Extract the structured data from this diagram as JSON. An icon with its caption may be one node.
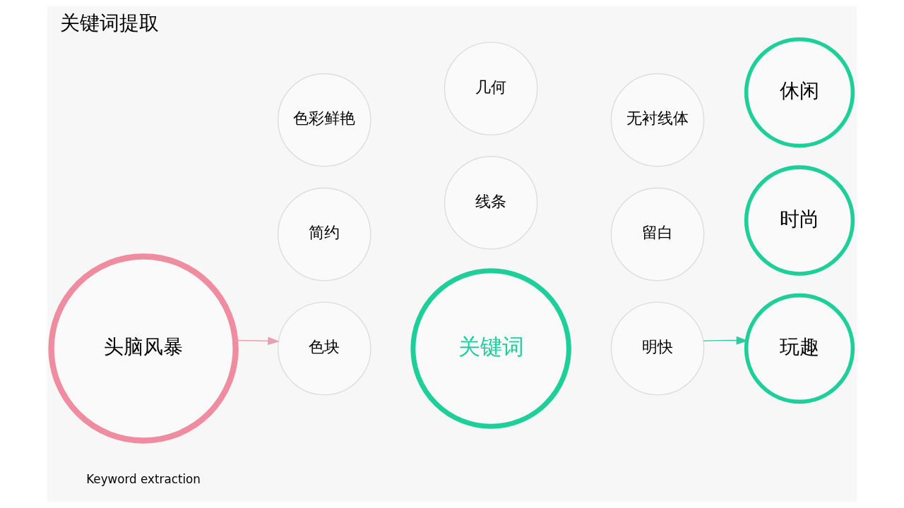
{
  "diagram": {
    "title": "关键词提取",
    "nodes": [
      {
        "text": [
          "头脑风暴"
        ]
      },
      {
        "text": [
          "线条"
        ]
      },
      {
        "text": [
          "简约"
        ]
      },
      {
        "text": [
          "留白"
        ]
      },
      {
        "text": [
          "色块"
        ]
      },
      {
        "text": [
          "关键词"
        ]
      },
      {
        "text": [
          "明快"
        ]
      },
      {
        "text": [
          "色彩鲜艳"
        ]
      },
      {
        "text": [
          "无衬线体"
        ]
      },
      {
        "text": [
          "几何"
        ]
      },
      {
        "text": [
          "时尚"
        ]
      },
      {
        "text": [
          "玩趣"
        ]
      },
      {
        "text": [
          "休闲"
        ]
      }
    ],
    "edges": [
      {
        "from": 0,
        "to": 4,
        "arrow": "to",
        "color": "#e8a0b0"
      },
      {
        "from": 6,
        "to": 11,
        "arrow": "to",
        "color": "#2ec9a0"
      }
    ],
    "labels": [
      "Keyword extraction"
    ]
  }
}
